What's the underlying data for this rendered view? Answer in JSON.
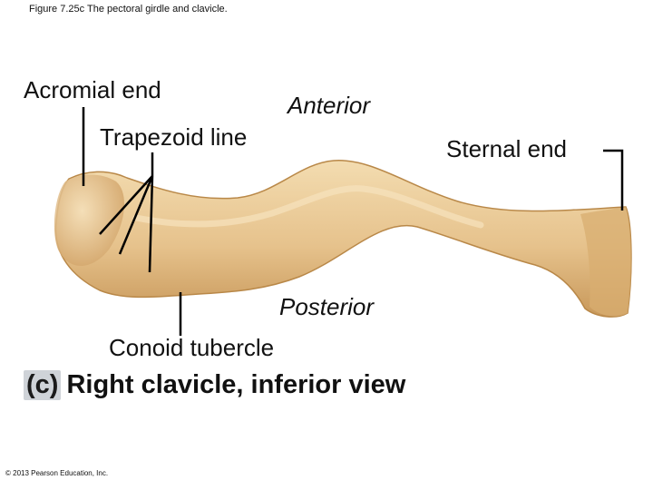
{
  "figure_title": "Figure 7.25c The pectoral girdle and clavicle.",
  "labels": {
    "acromial_end": "Acromial end",
    "anterior": "Anterior",
    "trapezoid_line": "Trapezoid line",
    "sternal_end": "Sternal end",
    "posterior": "Posterior",
    "conoid_tubercle": "Conoid tubercle"
  },
  "caption": {
    "tag": "(c)",
    "text": "Right clavicle, inferior view"
  },
  "copyright": "© 2013 Pearson Education, Inc.",
  "colors": {
    "bone_fill": "#e7c48e",
    "bone_shade": "#c99a5c",
    "bone_highlight": "#f6e2bd",
    "leader_lines": "#000000"
  }
}
